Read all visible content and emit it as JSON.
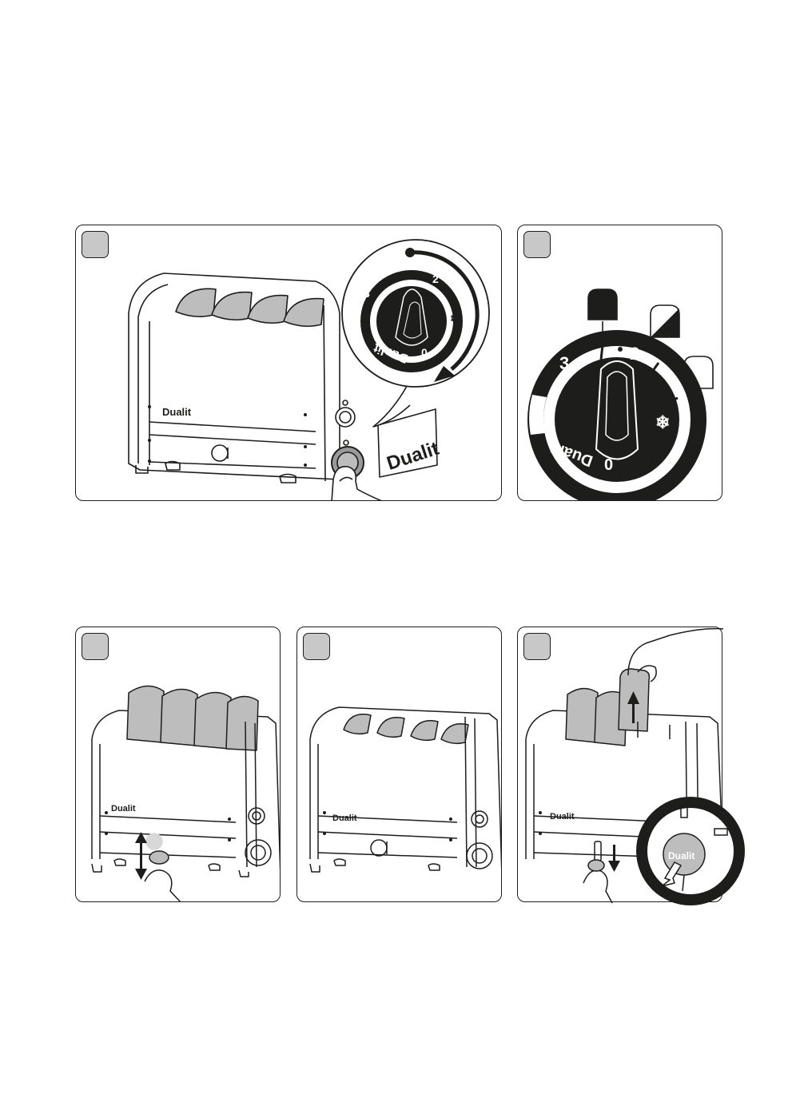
{
  "brand": {
    "name": "Dualit"
  },
  "dial": {
    "number_3": "3",
    "number_2": "2",
    "number_0": "0",
    "defrost_icon": "snowflake-icon"
  },
  "icons": {
    "dark_toast": "toast-dark-icon",
    "medium_toast": "toast-medium-icon",
    "light_toast": "toast-light-icon",
    "timer_direction": "curved-arrow-icon",
    "lift_up": "arrow-up-icon",
    "lever_down": "arrow-down-icon",
    "lever_up_down": "double-arrow-icon"
  },
  "colors": {
    "line": "#1d1d1b",
    "dial_dark": "#1d1d1b",
    "toast_fill": "#bdbdbd",
    "badge_fill": "#c8c8c8"
  }
}
